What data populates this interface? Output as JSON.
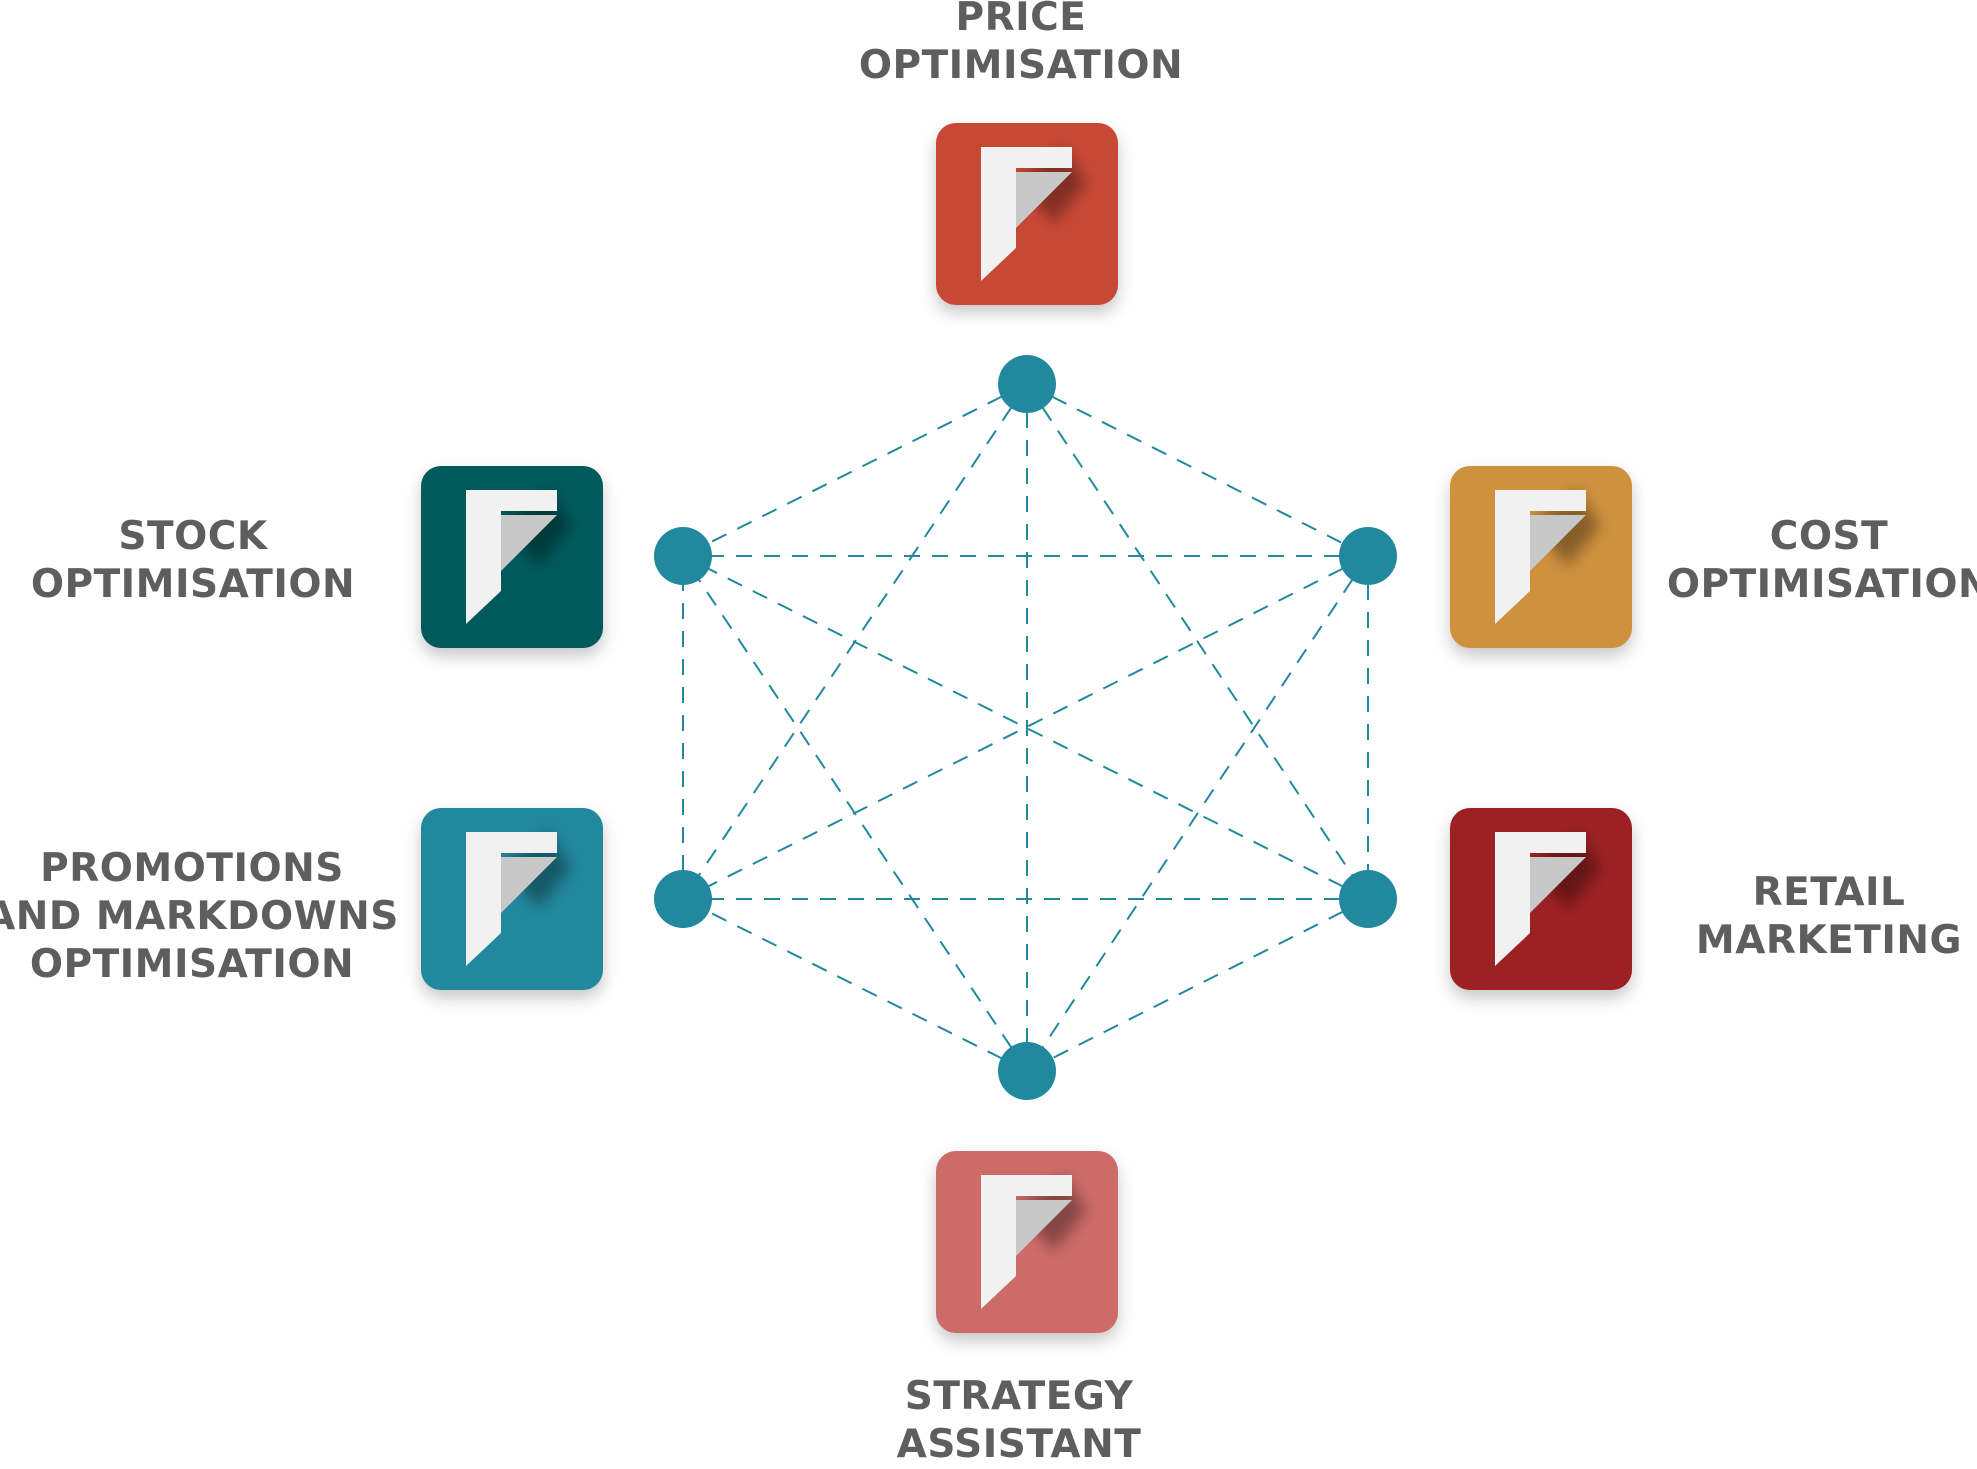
{
  "modules": [
    {
      "id": "price",
      "lines": [
        "PRICE",
        "OPTIMISATION"
      ],
      "color": "#c84836",
      "icon": "logo-f-icon"
    },
    {
      "id": "cost",
      "lines": [
        "COST",
        "OPTIMISATION"
      ],
      "color": "#cf913e",
      "icon": "logo-f-icon"
    },
    {
      "id": "retail",
      "lines": [
        "RETAIL",
        "MARKETING"
      ],
      "color": "#9c2123",
      "icon": "logo-f-icon"
    },
    {
      "id": "strategy",
      "lines": [
        "STRATEGY",
        "ASSISTANT"
      ],
      "color": "#cd6b68",
      "icon": "logo-f-icon"
    },
    {
      "id": "promotions",
      "lines": [
        "PROMOTIONS",
        "AND MARKDOWNS",
        "OPTIMISATION"
      ],
      "color": "#22889d",
      "icon": "logo-f-icon"
    },
    {
      "id": "stock",
      "lines": [
        "STOCK",
        "OPTIMISATION"
      ],
      "color": "#005a5c",
      "icon": "logo-f-icon"
    }
  ],
  "network": {
    "node_color": "#22889d",
    "line_color": "#22889d",
    "line_style": "dashed",
    "connections": "all-pairs"
  }
}
